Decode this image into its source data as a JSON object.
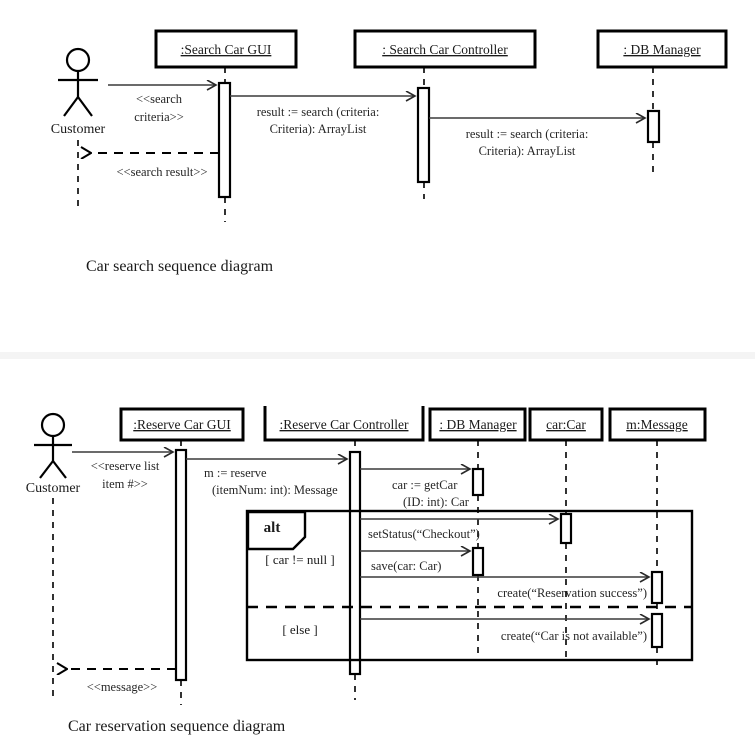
{
  "page": {
    "background": "#ffffff",
    "ink": "#000000"
  },
  "diagram1": {
    "caption": "Car search sequence diagram",
    "actor": {
      "label": "Customer",
      "icon": "actor-stick-figure"
    },
    "participants": [
      {
        "id": "search-car-gui",
        "label": ":Search Car GUI"
      },
      {
        "id": "search-car-controller",
        "label": ": Search Car Controller"
      },
      {
        "id": "db-manager",
        "label": ": DB Manager"
      }
    ],
    "messages": [
      {
        "id": "m1",
        "text_line1": "<<search",
        "text_line2": "criteria>>",
        "kind": "call"
      },
      {
        "id": "m2",
        "text_line1": "result := search (criteria:",
        "text_line2": "Criteria): ArrayList",
        "kind": "call"
      },
      {
        "id": "m3",
        "text_line1": "result := search (criteria:",
        "text_line2": "Criteria): ArrayList",
        "kind": "call"
      },
      {
        "id": "m4",
        "text_line1": "<<search result>>",
        "text_line2": "",
        "kind": "return"
      }
    ]
  },
  "diagram2": {
    "caption": "Car reservation sequence diagram",
    "actor": {
      "label": "Customer",
      "icon": "actor-stick-figure"
    },
    "participants": [
      {
        "id": "reserve-car-gui",
        "label": ":Reserve Car GUI"
      },
      {
        "id": "reserve-car-controller",
        "label": ":Reserve Car Controller"
      },
      {
        "id": "db-manager",
        "label": ": DB Manager"
      },
      {
        "id": "car-car",
        "label": "car:Car"
      },
      {
        "id": "m-message",
        "label": "m:Message"
      }
    ],
    "messages": [
      {
        "id": "r1",
        "text_line1": "<<reserve list",
        "text_line2": "item #>>",
        "kind": "call"
      },
      {
        "id": "r2",
        "text_line1": "m := reserve",
        "text_line2": "(itemNum: int): Message",
        "kind": "call"
      },
      {
        "id": "r3",
        "text_line1": "car := getCar",
        "text_line2": "(ID: int): Car",
        "kind": "call"
      },
      {
        "id": "r4",
        "text_line1": "setStatus(“Checkout”)",
        "text_line2": "",
        "kind": "call"
      },
      {
        "id": "r5",
        "text_line1": "save(car: Car)",
        "text_line2": "",
        "kind": "call"
      },
      {
        "id": "r6",
        "text_line1": "create(“Reservation success”)",
        "text_line2": "",
        "kind": "call"
      },
      {
        "id": "r7",
        "text_line1": "create(“Car is not available”)",
        "text_line2": "",
        "kind": "call"
      },
      {
        "id": "r8",
        "text_line1": "<<message>>",
        "text_line2": "",
        "kind": "return"
      }
    ],
    "fragment": {
      "operator": "alt",
      "guards": [
        "[ car != null ]",
        "[ else ]"
      ]
    }
  }
}
